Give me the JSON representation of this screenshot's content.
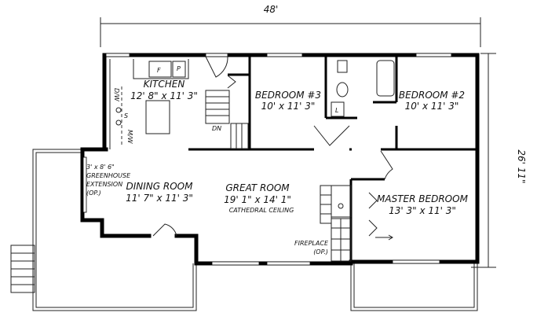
{
  "dimensions": {
    "width": "48'",
    "depth": "26' 11\""
  },
  "rooms": {
    "kitchen": {
      "name": "KITCHEN",
      "size": "12' 8\" x 11' 3\""
    },
    "bedroom3": {
      "name": "BEDROOM #3",
      "size": "10' x 11' 3\""
    },
    "bedroom2": {
      "name": "BEDROOM #2",
      "size": "10' x 11' 3\""
    },
    "dining": {
      "name": "DINING ROOM",
      "size": "11' 7\" x 11' 3\""
    },
    "great": {
      "name": "GREAT ROOM",
      "size": "19' 1\" x 14' 1\"",
      "note": "CATHEDRAL CEILING"
    },
    "master": {
      "name": "MASTER BEDROOM",
      "size": "13' 3\" x 11' 3\""
    }
  },
  "greenhouse": [
    "3' x 8' 6\"",
    "GREENHOUSE",
    "EXTENSION",
    "(OP.)"
  ],
  "fireplace": [
    "FIREPLACE",
    "(OP.)"
  ],
  "fixtures": {
    "fridge": "F",
    "pantry": "P",
    "dishwasher": "D/W",
    "sink": "S",
    "microwave": "M/W",
    "stairs": "DN",
    "linen": "L"
  }
}
